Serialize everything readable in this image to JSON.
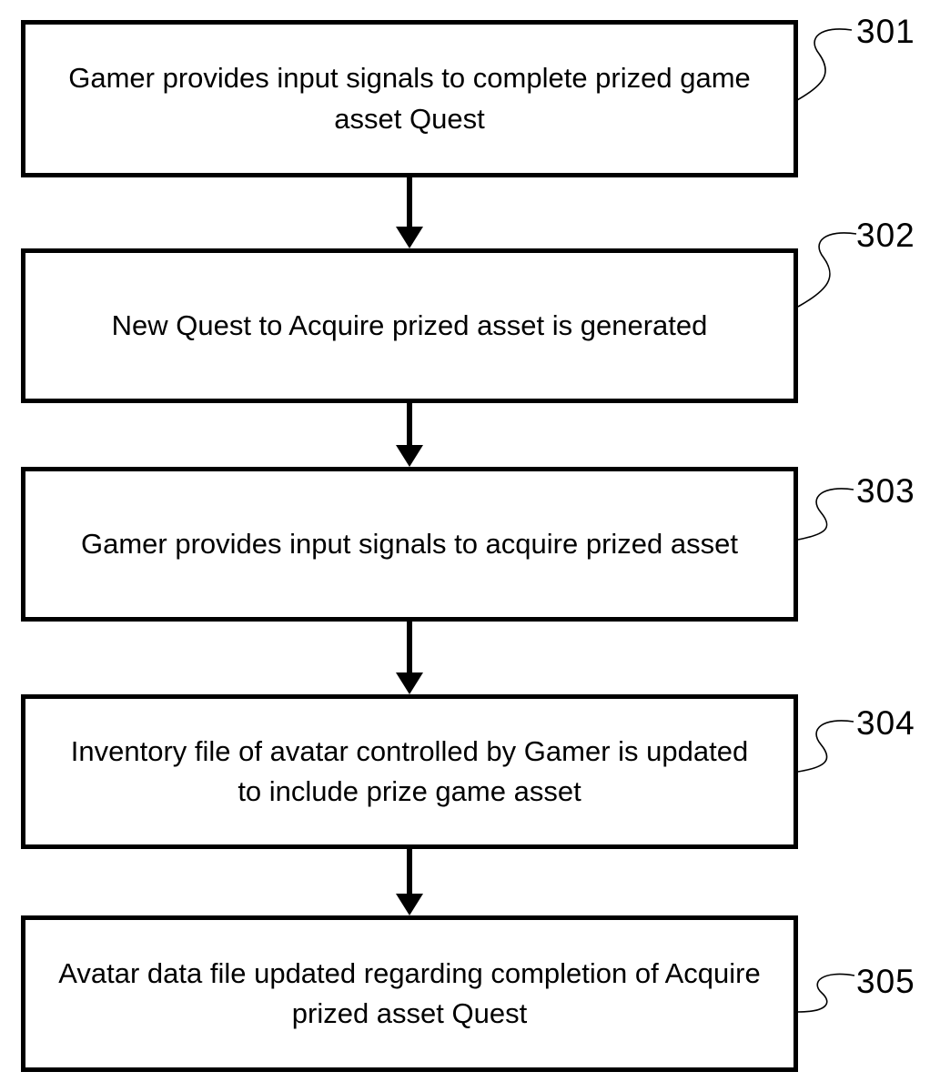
{
  "figure": {
    "type": "flowchart",
    "background_color": "#ffffff",
    "line_color": "#000000",
    "steps": [
      {
        "ref": "301",
        "text": "Gamer provides input signals to complete prized game asset Quest"
      },
      {
        "ref": "302",
        "text": "New Quest to Acquire prized asset is generated"
      },
      {
        "ref": "303",
        "text": "Gamer provides input signals to acquire prized asset"
      },
      {
        "ref": "304",
        "text": "Inventory file of avatar controlled by Gamer is updated to include prize game asset"
      },
      {
        "ref": "305",
        "text": "Avatar data file updated regarding completion of Acquire prized asset Quest"
      }
    ]
  }
}
